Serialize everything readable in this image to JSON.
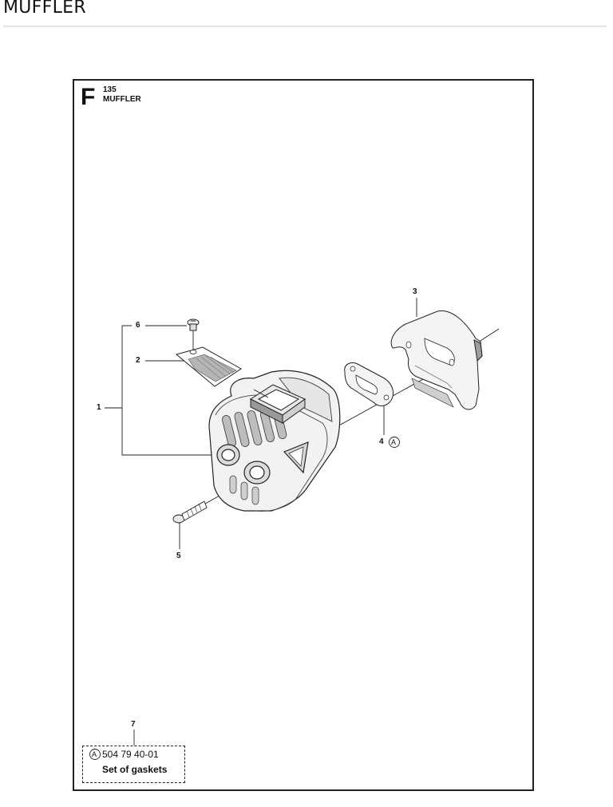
{
  "page": {
    "heading": "MUFFLER"
  },
  "diagram": {
    "section_letter": "F",
    "model": "135",
    "section_name": "MUFFLER",
    "callouts": [
      "1",
      "2",
      "3",
      "4",
      "5",
      "6",
      "7"
    ],
    "kit_marker": "A",
    "kit": {
      "number": "7",
      "marker": "A",
      "part_number": "504 79 40-01",
      "description": "Set of gaskets"
    }
  },
  "colors": {
    "frame": "#222222",
    "rule": "#e3e3e3",
    "part_fill": "#f2f2f2",
    "part_shade": "#8c8c8c"
  }
}
